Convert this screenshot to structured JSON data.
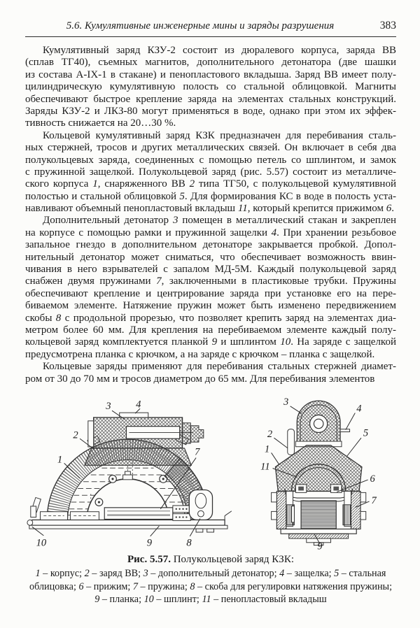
{
  "header": {
    "section": "5.6. Кумулятивные инженерные мины и заряды разрушения",
    "page_number": "383"
  },
  "body": {
    "paragraphs": [
      [
        [
          "Кумулятивный заряд КЗУ-2 состоит из дюралевого корпуса, заряда ВВ"
        ],
        [
          "(сплав ТГ40), съемных магнитов, дополнительного детонатора (две шашки"
        ],
        [
          "из состава А-IX-1 в стакане) и пенопластового вкладыша. Заряд ВВ имеет полу-"
        ],
        [
          "цилиндрическую кумулятивную полость со стальной облицовкой. Магниты"
        ],
        [
          "обеспечивают быстрое крепление заряда на элементах стальных конструкций."
        ],
        [
          "Заряды КЗУ-2 и ЛКЗ-80 могут применяться в воде, однако при этом их эффек-"
        ],
        [
          "тивность снижается на 20…30 %."
        ]
      ],
      [
        [
          "Кольцевой кумулятивный заряд КЗК предназначен для перебивания сталь-"
        ],
        [
          "ных стержней, тросов и других металлических связей. Он включает в себя два"
        ],
        [
          "полукольцевых заряда, соединенных с помощью петель со шплинтом, и замок"
        ],
        [
          "с пружинной защелкой. Полукольцевой заряд (рис. 5.57) состоит из металличе-"
        ],
        [
          "ского корпуса ",
          {
            "i": "1"
          },
          ", снаряженного ВВ ",
          {
            "i": "2"
          },
          " типа ТГ50, с полукольцевой кумулятивной"
        ],
        [
          "полостью и стальной облицовкой ",
          {
            "i": "5"
          },
          ". Для формирования КС в воде в полость уста-"
        ],
        [
          "навливают объемный пенопластовый вкладыш ",
          {
            "i": "11"
          },
          ", который крепится прижимом ",
          {
            "i": "6"
          },
          "."
        ]
      ],
      [
        [
          "Дополнительный детонатор ",
          {
            "i": "3"
          },
          " помещен в металлический стакан и закреплен"
        ],
        [
          "на корпусе с помощью рамки и пружинной защелки ",
          {
            "i": "4"
          },
          ". При хранении резьбовое"
        ],
        [
          "запальное гнездо в дополнительном детонаторе закрывается пробкой. Допол-"
        ],
        [
          "нительный детонатор может сниматься, что обеспечивает возможность ввин-"
        ],
        [
          "чивания в него взрывателей с запалом МД-5М. Каждый полукольцевой заряд"
        ],
        [
          "снабжен двумя пружинами ",
          {
            "i": "7"
          },
          ", заключенными в пластиковые трубки. Пружины"
        ],
        [
          "обеспечивают крепление и центрирование заряда при установке его на пере-"
        ],
        [
          "биваемом элементе. Натяжение пружин может быть изменено передвижением"
        ],
        [
          "скобы ",
          {
            "i": "8"
          },
          " с продольной прорезью, что позволяет крепить заряд на элементах диа-"
        ],
        [
          "метром более 60 мм. Для крепления на перебиваемом элементе каждый полу-"
        ],
        [
          "кольцевой заряд комплектуется планкой ",
          {
            "i": "9"
          },
          " и шплинтом ",
          {
            "i": "10"
          },
          ". На заряде с защелкой"
        ],
        [
          "предусмотрена планка с крючком, а на заряде с крючком – планка с защелкой."
        ]
      ],
      [
        [
          "Кольцевые заряды применяют для перебивания стальных стержней диамет-"
        ],
        [
          "ром от 30 до 70 мм и тросов диаметром до 65 мм. Для перебивания элементов"
        ]
      ]
    ]
  },
  "figure": {
    "left_labels": [
      "3",
      "4",
      "2",
      "1",
      "7",
      "10",
      "9",
      "8"
    ],
    "right_labels": [
      "3",
      "4",
      "2",
      "1",
      "11",
      "5",
      "6",
      "7",
      "9"
    ],
    "caption": {
      "number": "Рис. 5.57.",
      "title": " Полукольцевой заряд КЗК:"
    },
    "legend_lines": [
      [
        {
          "i": "1"
        },
        " – корпус; ",
        {
          "i": "2"
        },
        " – заряд ВВ; ",
        {
          "i": "3"
        },
        " – дополнительный детонатор; ",
        {
          "i": "4"
        },
        " – защелка; ",
        {
          "i": "5"
        },
        " – стальная"
      ],
      [
        "облицовка; ",
        {
          "i": "6"
        },
        " – прижим; ",
        {
          "i": "7"
        },
        " – пружина; ",
        {
          "i": "8"
        },
        " – скоба для регулировки натяжения пружины;"
      ],
      [
        {
          "i": "9"
        },
        " – планка; ",
        {
          "i": "10"
        },
        " – шплинт; ",
        {
          "i": "11"
        },
        " – пенопластовый вкладыш"
      ]
    ]
  },
  "colors": {
    "page_bg": "#fcfcfa",
    "text": "#1b1b1b",
    "line_art": "#3a3a3a"
  }
}
